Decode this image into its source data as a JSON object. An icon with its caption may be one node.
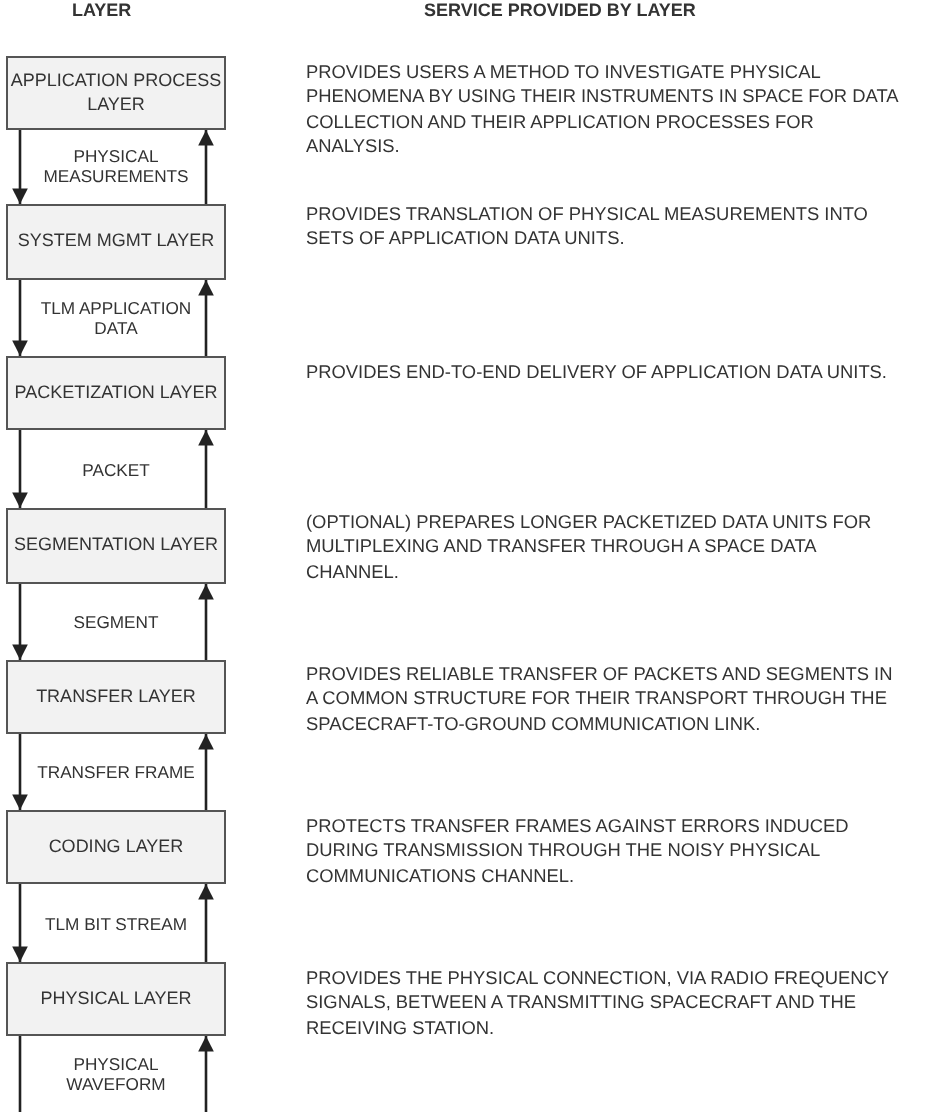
{
  "diagram": {
    "nodes": [
      {
        "text": [
          "APPLICATION PROCESS LAYER"
        ]
      },
      {
        "text": [
          "SYSTEM MGMT LAYER"
        ]
      },
      {
        "text": [
          "PACKETIZATION LAYER"
        ]
      },
      {
        "text": [
          "SEGMENTATION LAYER"
        ]
      },
      {
        "text": [
          "TRANSFER LAYER"
        ]
      },
      {
        "text": [
          "CODING LAYER"
        ]
      },
      {
        "text": [
          "PHYSICAL LAYER"
        ]
      }
    ],
    "edges": [
      {
        "from": 0,
        "to": 1,
        "arrow": "to",
        "label": "PHYSICAL MEASUREMENTS"
      },
      {
        "from": 1,
        "to": 0,
        "arrow": "to"
      },
      {
        "from": 1,
        "to": 2,
        "arrow": "to",
        "label": "TLM APPLICATION DATA"
      },
      {
        "from": 2,
        "to": 1,
        "arrow": "to"
      },
      {
        "from": 2,
        "to": 3,
        "arrow": "to",
        "label": "PACKET"
      },
      {
        "from": 3,
        "to": 2,
        "arrow": "to"
      },
      {
        "from": 3,
        "to": 4,
        "arrow": "to",
        "label": "SEGMENT"
      },
      {
        "from": 4,
        "to": 3,
        "arrow": "to"
      },
      {
        "from": 4,
        "to": 5,
        "arrow": "to",
        "label": "TRANSFER FRAME"
      },
      {
        "from": 5,
        "to": 4,
        "arrow": "to"
      },
      {
        "from": 5,
        "to": 6,
        "arrow": "to",
        "label": "TLM BIT STREAM"
      },
      {
        "from": 6,
        "to": 5,
        "arrow": "to"
      },
      {
        "from": 6,
        "to": null,
        "arrow": "none",
        "label": "PHYSICAL WAVEFORM"
      },
      {
        "from": null,
        "to": 6,
        "arrow": "to"
      }
    ],
    "labels": [
      "LAYER",
      "SERVICE PROVIDED BY LAYER",
      "PROVIDES USERS A METHOD TO INVESTIGATE PHYSICAL PHENOMENA BY USING THEIR INSTRUMENTS IN SPACE FOR DATA COLLECTION AND THEIR APPLICATION PROCESSES FOR ANALYSIS.",
      "PROVIDES TRANSLATION OF PHYSICAL MEASUREMENTS INTO SETS OF APPLICATION DATA UNITS.",
      "PROVIDES END-TO-END DELIVERY OF APPLICATION DATA UNITS.",
      "(OPTIONAL)  PREPARES LONGER PACKETIZED DATA UNITS FOR MULTIPLEXING AND TRANSFER THROUGH A SPACE DATA CHANNEL.",
      "PROVIDES RELIABLE TRANSFER OF PACKETS AND SEGMENTS IN A COMMON STRUCTURE FOR THEIR TRANSPORT THROUGH THE SPACECRAFT-TO-GROUND COMMUNICATION LINK.",
      "PROTECTS TRANSFER FRAMES AGAINST ERRORS INDUCED DURING TRANSMISSION THROUGH THE NOISY PHYSICAL COMMUNICATIONS CHANNEL.",
      "PROVIDES THE PHYSICAL CONNECTION, VIA RADIO FREQUENCY SIGNALS, BETWEEN A TRANSMITTING SPACECRAFT AND THE RECEIVING STATION."
    ]
  }
}
